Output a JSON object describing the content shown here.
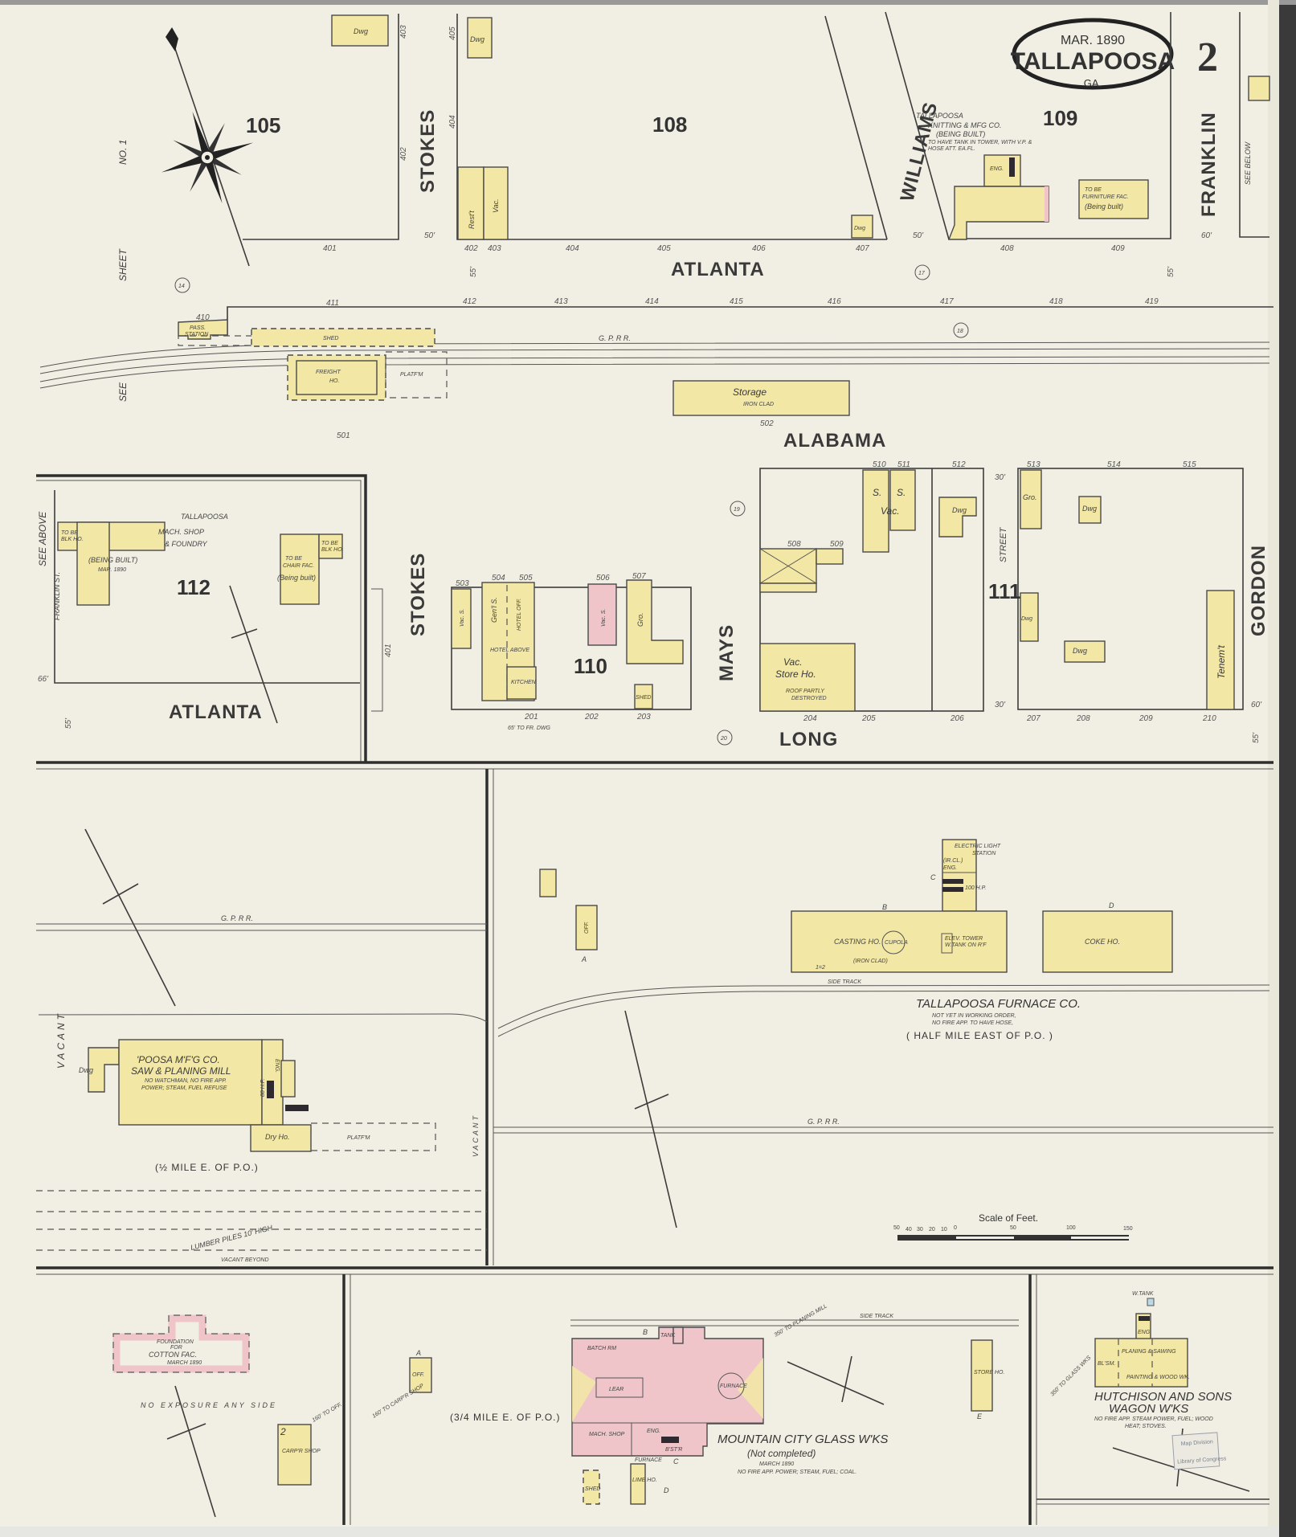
{
  "title_cartouche": {
    "date": "MAR. 1890",
    "city": "TALLAPOOSA",
    "state": "GA.",
    "sheet_number": "2"
  },
  "colors": {
    "paper": "#f1efe3",
    "frame_brick": "#efc5ca",
    "frame": "#f2e7a4",
    "ink": "#333333"
  },
  "streets": {
    "stokes_north": "STOKES",
    "atlanta_north": "ATLANTA",
    "williams": "WILLIAMS",
    "franklin": "FRANKLIN",
    "alabama": "ALABAMA",
    "stokes_south": "STOKES",
    "atlanta_south": "ATLANTA",
    "mays": "MAYS",
    "long": "LONG",
    "street_111": "STREET",
    "gordon": "GORDON"
  },
  "blocks": {
    "b105": "105",
    "b108": "108",
    "b109": "109",
    "b112": "112",
    "b110": "110",
    "b111": "111"
  },
  "cross_refs": {
    "see_sheet": "SEE",
    "sheet": "SHEET",
    "no1": "NO. 1",
    "see_below": "SEE BELOW",
    "see_above": "SEE ABOVE",
    "franklin_st": "FRANKLIN ST."
  },
  "railroad": {
    "gprr_top": "G. P. R R.",
    "gprr_mid": "G. P. R R.",
    "gprr_low": "G. P. R R.",
    "side_track_1": "SIDE TRACK",
    "side_track_2": "SIDE TRACK"
  },
  "addresses": {
    "atlanta_north": [
      "401",
      "402",
      "403",
      "404",
      "405",
      "406",
      "407",
      "408",
      "409"
    ],
    "atlanta_south": [
      "410",
      "411",
      "412",
      "413",
      "414",
      "415",
      "416",
      "417",
      "418",
      "419"
    ],
    "stokes": [
      "402",
      "403",
      "404",
      "405",
      "401"
    ],
    "alabama": [
      "501",
      "502",
      "503",
      "504",
      "505",
      "506",
      "507",
      "508",
      "509",
      "510",
      "511",
      "512",
      "513",
      "514",
      "515"
    ],
    "long": [
      "201",
      "202",
      "203",
      "204",
      "205",
      "206",
      "207",
      "208",
      "209",
      "210"
    ]
  },
  "hydrants": [
    "14",
    "17",
    "18",
    "19",
    "20"
  ],
  "dimensions": [
    "50'",
    "55'",
    "50'",
    "60'",
    "55'",
    "30'",
    "30'",
    "60'",
    "55'",
    "66'",
    "55'"
  ],
  "buildings": {
    "dwg": "Dwg",
    "restt": "Rest't",
    "vac": "Vac.",
    "knitting": [
      "TALLAPOOSA",
      "KNITTING & MFG CO.",
      "(BEING BUILT)",
      "TO HAVE TANK IN TOWER, WITH V.P. &",
      "HOSE ATT. EA.FL."
    ],
    "eng": "ENG.",
    "furniture": [
      "TO BE",
      "FURNITURE FAC.",
      "(Being built)"
    ],
    "pass_station": [
      "PASS.",
      "STATION"
    ],
    "shed": "SHED",
    "freight": [
      "FREIGHT",
      "HO."
    ],
    "platfm": "PLATF'M",
    "storage": [
      "Storage",
      "IRON CLAD"
    ],
    "mach_shop": [
      "TALLAPOOSA",
      "MACH. SHOP",
      "& FOUNDRY",
      "(BEING BUILT)",
      "MAR. 1890",
      "TO BE",
      "BLK HO."
    ],
    "chair": [
      "TO BE",
      "CHAIR FAC.",
      "(Being built)",
      "TO BE",
      "BLK HO."
    ],
    "b110": [
      "Vac. S.",
      "Gen'l S.",
      "HOTEL OFF.",
      "HOTEL ABOVE",
      "KITCHEN",
      "Vac. S.",
      "Gro.",
      "SHED",
      "65' TO FR. DWG"
    ],
    "b111": [
      "S.",
      "S.",
      "Vac.",
      "Dwg",
      "Vac.",
      "Store Ho.",
      "ROOF PARTLY",
      "DESTROYED",
      "Gro.",
      "Dwg",
      "Dwg",
      "Dwg",
      "Tenem't"
    ],
    "furnace": [
      "ELECTRIC LIGHT",
      "STATION",
      "(IR.CL.)",
      "ENG.",
      "100 H.P.",
      "CASTING HO.",
      "CUPOLA",
      "ELEV. TOWER",
      "W.TANK ON R'F",
      "(IRON CLAD)",
      "COKE HO.",
      "OFF.",
      "A",
      "B",
      "C",
      "D",
      "1=2"
    ],
    "furnace_co": [
      "TALLAPOOSA FURNACE CO.",
      "NOT YET IN WORKING ORDER,",
      "NO FIRE APP. TO HAVE HOSE,",
      "( HALF MILE EAST OF P.O. )"
    ],
    "poosa": [
      "'POOSA M'F'G CO.",
      "SAW & PLANING MILL",
      "NO WATCHMAN, NO FIRE APP.",
      "POWER; STEAM, FUEL REFUSE",
      "Dwg",
      "ENG.",
      "80 H.P.",
      "Dry Ho.",
      "PLATF'M",
      "(½ MILE E. OF P.O.)",
      "LUMBER PILES 10' HIGH",
      "VACANT  BEYOND",
      "VACANT",
      "VACANT"
    ],
    "cotton": [
      "FOUNDATION",
      "FOR",
      "COTTON FAC.",
      "MARCH 1890",
      "NO  EXPOSURE  ANY  SIDE",
      "CARP'R SHOP",
      "160' TO OFF.",
      "2"
    ],
    "office_a": [
      "A",
      "OFF.",
      "160' TO CARP'R SHOP",
      "(3/4 MILE E. OF P.O.)"
    ],
    "glass": [
      "BATCH RM",
      "TANK",
      "LEAR",
      "FURNACE",
      "MACH. SHOP",
      "ENG.",
      "B'ST'R",
      "SHED",
      "LIME HO.",
      "FURNACE",
      "B",
      "C",
      "D",
      "E",
      "STORE HO.",
      "350' TO PLANING MILL",
      "MOUNTAIN CITY GLASS W'KS",
      "(Not completed)",
      "MARCH 1890",
      "NO FIRE APP. POWER; STEAM, FUEL; COAL."
    ],
    "hutchison": [
      "W.TANK",
      "ENG.",
      "BL'SM.",
      "PLANING & SAWING",
      "PAINTING & WOOD WK.",
      "350' TO GLASS WKS",
      "HUTCHISON AND SONS",
      "WAGON W'KS",
      "NO FIRE APP. STEAM POWER, FUEL; WOOD",
      "HEAT; STOVES."
    ]
  },
  "scale": {
    "title": "Scale of Feet.",
    "ticks": [
      "50",
      "40",
      "30",
      "20",
      "10",
      "0",
      "50",
      "100",
      "150"
    ]
  },
  "stamp": [
    "Map Division",
    "Library of Congress"
  ]
}
